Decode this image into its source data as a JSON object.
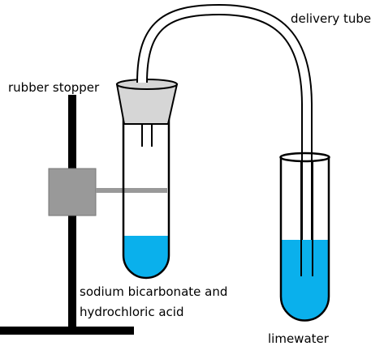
{
  "labels": {
    "delivery_tube": "delivery tube",
    "rubber_stopper": "rubber stopper",
    "reactants_line1": "sodium bicarbonate and",
    "reactants_line2": "hydrochloric acid",
    "limewater": "limewater"
  },
  "colors": {
    "liquid": "#0ab0ec",
    "stopper": "#d6d6d6",
    "clamp": "#999999",
    "stand": "#000000",
    "outline": "#000000"
  }
}
